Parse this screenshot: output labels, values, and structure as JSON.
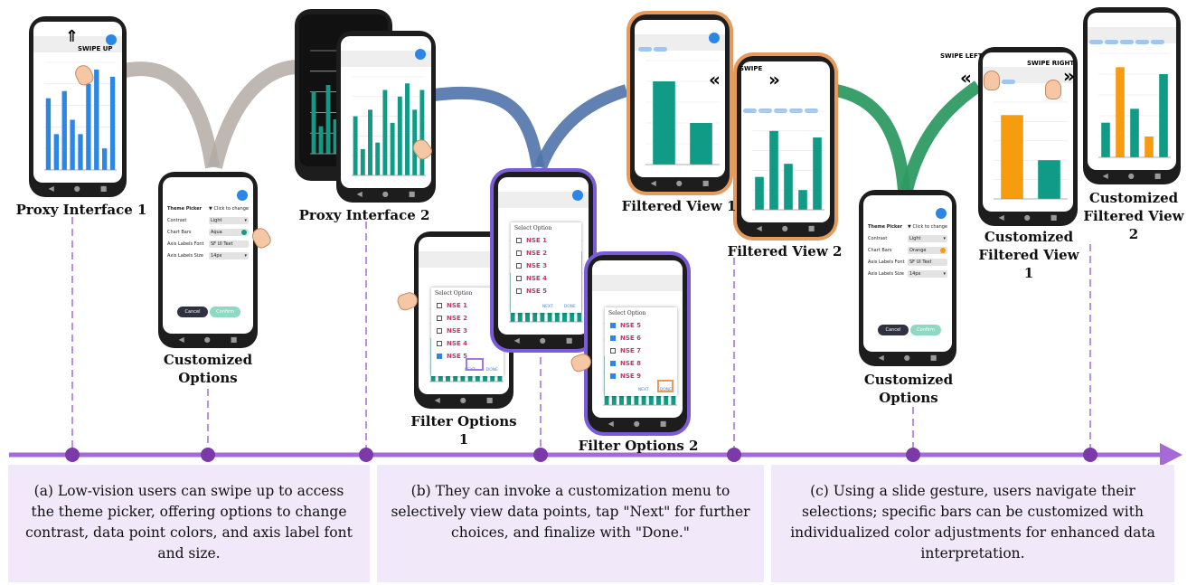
{
  "labels": {
    "proxy1": "Proxy Interface 1",
    "custom1": "Customized Options",
    "proxy2": "Proxy Interface 2",
    "filter1": "Filter Options 1",
    "filter2": "Filter Options 2",
    "filtered1": "Filtered View 1",
    "filtered2": "Filtered View 2",
    "custom2": "Customized Options",
    "cfiltered1": "Customized Filtered View 1",
    "cfiltered2": "Customized Filtered View 2"
  },
  "captions": {
    "a": "(a) Low-vision users can swipe up to access the theme picker, offering options to change contrast, data point colors, and axis label font and size.",
    "b": "(b) They can invoke a customization menu to selectively view data points, tap \"Next\" for further choices, and finalize with \"Done.\"",
    "c": "(c) Using a slide gesture, users navigate their selections; specific bars can be customized with individualized color adjustments for enhanced data interpretation."
  },
  "gestures": {
    "swipe_up": "SWIPE UP",
    "swipe": "SWIPE",
    "swipe_left": "SWIPE LEFT",
    "swipe_right": "SWIPE RIGHT"
  },
  "theme_picker": {
    "title": "Theme Picker",
    "hint": "▼ Click to change",
    "rows": [
      {
        "label": "Contrast",
        "value": "Light"
      },
      {
        "label": "Chart Bars",
        "value": "Aqua"
      },
      {
        "label": "Axis Labels Font",
        "value": "SF UI Text"
      },
      {
        "label": "Axis Labels Size",
        "value": "14px"
      }
    ],
    "cancel": "Cancel",
    "confirm": "Confirm"
  },
  "theme_picker2": {
    "title": "Theme Picker",
    "hint": "▼ Click to change",
    "rows": [
      {
        "label": "Contrast",
        "value": "Light"
      },
      {
        "label": "Chart Bars",
        "value": "Orange"
      },
      {
        "label": "Axis Labels Font",
        "value": "SF UI Text"
      },
      {
        "label": "Axis Labels Size",
        "value": "14px"
      }
    ],
    "cancel": "Cancel",
    "confirm": "Confirm"
  },
  "filter_menu1": {
    "head": "Select Option",
    "items": [
      {
        "label": "NSE 1",
        "checked": false
      },
      {
        "label": "NSE 2",
        "checked": false
      },
      {
        "label": "NSE 3",
        "checked": false
      },
      {
        "label": "NSE 4",
        "checked": false
      },
      {
        "label": "NSE 5",
        "checked": true
      }
    ],
    "next": "NEXT",
    "done": "DONE"
  },
  "filter_menu1b": {
    "head": "Select Option",
    "items": [
      {
        "label": "NSE 1",
        "checked": false
      },
      {
        "label": "NSE 2",
        "checked": false
      },
      {
        "label": "NSE 3",
        "checked": false
      },
      {
        "label": "NSE 4",
        "checked": false
      },
      {
        "label": "NSE 5",
        "checked": false
      }
    ],
    "next": "NEXT",
    "done": "DONE"
  },
  "filter_menu2": {
    "head": "Select Option",
    "items": [
      {
        "label": "NSE 5",
        "checked": true
      },
      {
        "label": "NSE 6",
        "checked": true
      },
      {
        "label": "NSE 7",
        "checked": false
      },
      {
        "label": "NSE 8",
        "checked": true
      },
      {
        "label": "NSE 9",
        "checked": true
      }
    ],
    "next": "NEXT",
    "done": "DONE"
  },
  "colors": {
    "blue_bars": "#2b86e6",
    "teal_bars": "#109b86",
    "orange_bars": "#f79b0f",
    "timeline": "#a56ad6",
    "connector_gray": "#b3aaa4",
    "connector_blue": "#4f73a8",
    "connector_green": "#2e9a63",
    "caption_bg": "#f1e9f9"
  },
  "mini_charts": {
    "proxy1": [
      10,
      5,
      11,
      7,
      5,
      12,
      14,
      3,
      13
    ],
    "proxy2": [
      9,
      4,
      10,
      5,
      13,
      8,
      12,
      14,
      10,
      13
    ],
    "filtered1": [
      12,
      6
    ],
    "filtered2": [
      5,
      12,
      7,
      3,
      11
    ],
    "cfiltered1": [
      13,
      6
    ],
    "cfiltered2": [
      5,
      13,
      7,
      3,
      12
    ]
  }
}
